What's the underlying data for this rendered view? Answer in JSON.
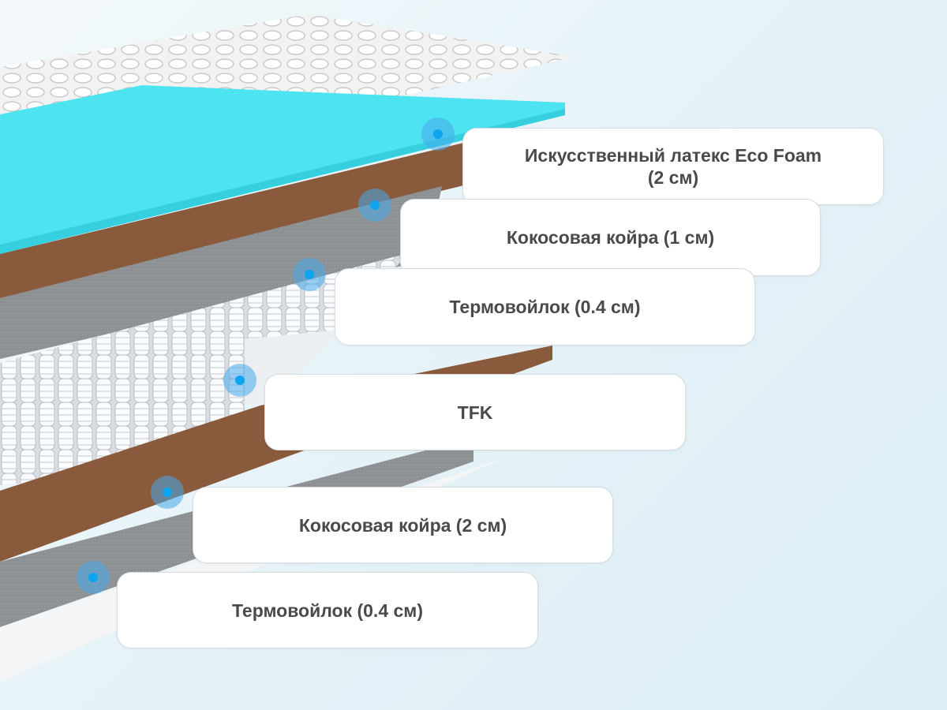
{
  "layers": [
    {
      "label": "Искусственный латекс Eco Foam (2 см)",
      "line1": "Искусственный латекс Eco Foam",
      "line2": "(2 см)"
    },
    {
      "label": "Кокосовая койра (1 см)"
    },
    {
      "label": "Термовойлок (0.4 см)"
    },
    {
      "label": "TFK"
    },
    {
      "label": "Кокосовая койра (2 см)"
    },
    {
      "label": "Термовойлок (0.4 см)"
    }
  ],
  "colors": {
    "foam": "#4ee3f0",
    "coir": "#8a5a3c",
    "felt": "#8e9194",
    "accent": "#0fa4f0"
  }
}
